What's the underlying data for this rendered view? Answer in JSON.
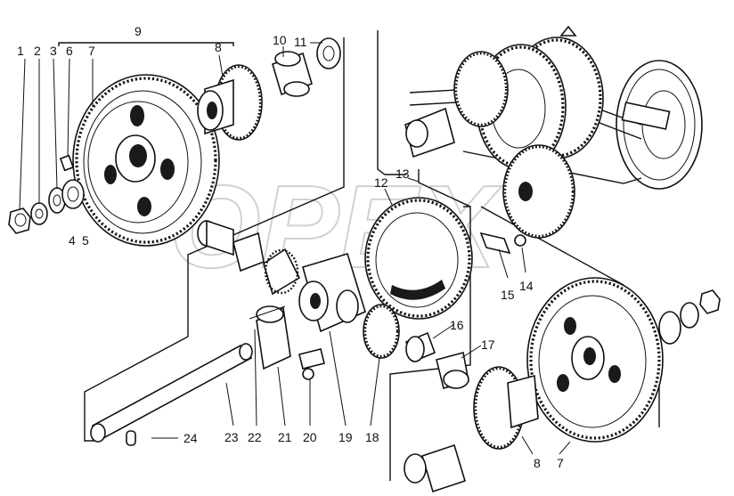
{
  "watermark": "OPEX",
  "callouts": {
    "c1": "1",
    "c2": "2",
    "c3": "3",
    "c4": "4",
    "c5": "5",
    "c6": "6",
    "c7a": "7",
    "c7b": "7",
    "c8a": "8",
    "c8b": "8",
    "c9": "9",
    "c10": "10",
    "c11": "11",
    "c12": "12",
    "c13": "13",
    "c14": "14",
    "c15": "15",
    "c16": "16",
    "c17": "17",
    "c18": "18",
    "c19": "19",
    "c20": "20",
    "c21": "21",
    "c22": "22",
    "c23": "23",
    "c24": "24"
  }
}
